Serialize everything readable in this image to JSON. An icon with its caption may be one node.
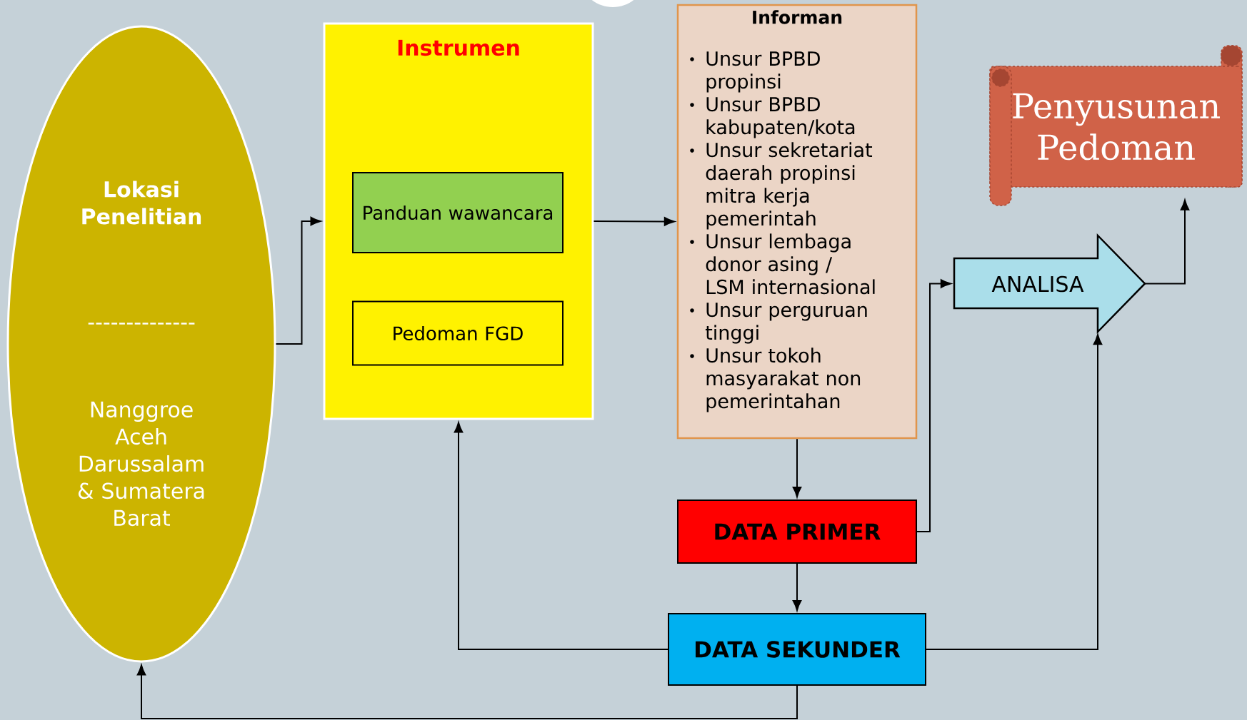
{
  "diagram": {
    "nodes": [
      {
        "text": [
          "Lokasi Penelitian",
          "--------------",
          "Nanggroe Aceh Darussalam & Sumatera Barat"
        ]
      },
      {
        "text": [
          "Instrumen"
        ]
      },
      {
        "text": [
          "Panduan wawancara"
        ],
        "in": 1
      },
      {
        "text": [
          "Pedoman FGD"
        ],
        "in": 1
      },
      {
        "text": [
          "Informan",
          "Unsur BPBD propinsi",
          "Unsur BPBD kabupaten/kota",
          "Unsur sekretariat daerah propinsi mitra kerja pemerintah",
          "Unsur lembaga donor asing / LSM internasional",
          "Unsur perguruan tinggi",
          "Unsur tokoh masyarakat non pemerintahan"
        ]
      },
      {
        "text": [
          "Penyusunan Pedoman"
        ]
      },
      {
        "text": [
          "ANALISA"
        ]
      },
      {
        "text": [
          "DATA PRIMER"
        ]
      },
      {
        "text": [
          "DATA SEKUNDER"
        ]
      }
    ],
    "edges": [
      {
        "from": 0,
        "to": 1,
        "arrow": "to"
      },
      {
        "from": 1,
        "to": 4,
        "arrow": "to"
      },
      {
        "from": 4,
        "to": 7,
        "arrow": "to"
      },
      {
        "from": 7,
        "to": 8,
        "arrow": "to"
      },
      {
        "from": 7,
        "to": 6,
        "arrow": "to"
      },
      {
        "from": 8,
        "to": 6,
        "arrow": "to"
      },
      {
        "from": 6,
        "to": 5,
        "arrow": "to"
      },
      {
        "from": 8,
        "to": 1,
        "arrow": "to"
      },
      {
        "from": 8,
        "to": 0,
        "arrow": "to"
      }
    ]
  }
}
